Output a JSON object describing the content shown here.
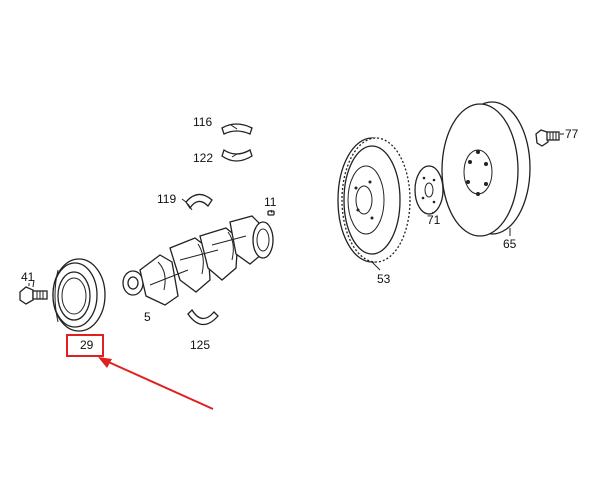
{
  "parts": [
    {
      "number": "116",
      "name": "upper-bearing-shell"
    },
    {
      "number": "122",
      "name": "lower-bearing-shell"
    },
    {
      "number": "119",
      "name": "thrust-bearing"
    },
    {
      "number": "11",
      "name": "pin"
    },
    {
      "number": "41",
      "name": "pulley-bolt"
    },
    {
      "number": "29",
      "name": "crankshaft-pulley"
    },
    {
      "number": "5",
      "name": "crankshaft"
    },
    {
      "number": "125",
      "name": "thrust-washer"
    },
    {
      "number": "53",
      "name": "flywheel"
    },
    {
      "number": "71",
      "name": "drive-plate"
    },
    {
      "number": "65",
      "name": "flexplate-disc"
    },
    {
      "number": "77",
      "name": "flywheel-bolt"
    }
  ],
  "highlight": {
    "part_number": "29",
    "box_color": "#e02020",
    "arrow_color": "#e02020"
  }
}
